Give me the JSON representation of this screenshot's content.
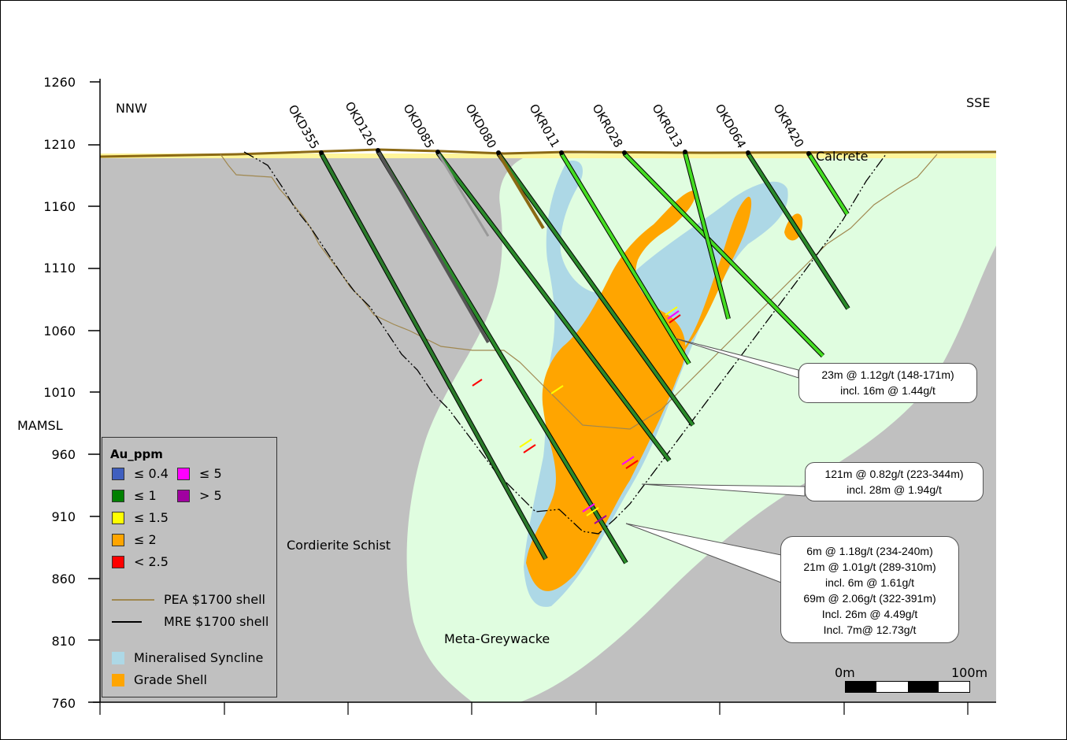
{
  "figure": {
    "y_axis": {
      "unit_label": "MAMSL",
      "ticks": [
        "1260",
        "1210",
        "1160",
        "1110",
        "1060",
        "1010",
        "960",
        "910",
        "860",
        "810",
        "760"
      ]
    },
    "orientation": {
      "left": "NNW",
      "right": "SSE"
    },
    "drillholes": [
      "OKD355",
      "OKD126",
      "OKD085",
      "OKD080",
      "OKR011",
      "OKR028",
      "OKR013",
      "OKD064",
      "OKR420"
    ],
    "lithology_labels": {
      "calcrete": "Calcrete",
      "cordierite_schist": "Cordierite Schist",
      "meta_greywacke": "Meta-Greywacke"
    },
    "callouts": [
      {
        "lines": [
          "23m @ 1.12g/t (148-171m)",
          "incl. 16m @ 1.44g/t"
        ]
      },
      {
        "lines": [
          "121m @ 0.82g/t (223-344m)",
          "incl. 28m @ 1.94g/t"
        ]
      },
      {
        "lines": [
          "6m @ 1.18g/t (234-240m)",
          "21m @ 1.01g/t (289-310m)",
          "incl. 6m @ 1.61g/t",
          "69m @ 2.06g/t (322-391m)",
          "Incl. 26m @ 4.49g/t",
          "Incl. 7m@ 12.73g/t"
        ]
      }
    ],
    "legend": {
      "title": "Au_ppm",
      "grades": [
        {
          "label": "≤ 0.4",
          "color": "#3f5fbf"
        },
        {
          "label": "≤ 1",
          "color": "#008000"
        },
        {
          "label": "≤ 1.5",
          "color": "#ffff00"
        },
        {
          "label": "≤ 2",
          "color": "#ffa500"
        },
        {
          "label": "< 2.5",
          "color": "#ff0000"
        },
        {
          "label": "≤ 5",
          "color": "#ff00ff"
        },
        {
          "label": "> 5",
          "color": "#a000a0"
        }
      ],
      "lines": [
        {
          "label": "PEA $1700 shell",
          "color": "#a08850"
        },
        {
          "label": "MRE $1700 shell",
          "color": "#000000"
        }
      ],
      "fills": [
        {
          "label": "Mineralised Syncline",
          "color": "#add8e6"
        },
        {
          "label": "Grade Shell",
          "color": "#ffa500"
        }
      ]
    },
    "scale_bar": {
      "start": "0m",
      "end": "100m"
    },
    "colors": {
      "schist": "#c0c0c0",
      "greywacke": "#e0fde0",
      "syncline": "#add8e6",
      "grade_shell": "#ffa500",
      "calcrete": "#fff59a",
      "topo": "#8b6914"
    }
  },
  "chart_data": {
    "type": "cross-section",
    "title": "",
    "ylabel": "MAMSL",
    "ylim": [
      760,
      1260
    ],
    "yticks": [
      760,
      810,
      860,
      910,
      960,
      1010,
      1060,
      1110,
      1160,
      1210,
      1260
    ],
    "direction": [
      "NNW",
      "SSE"
    ],
    "drillholes": [
      "OKD355",
      "OKD126",
      "OKD085",
      "OKD080",
      "OKR011",
      "OKR028",
      "OKR013",
      "OKD064",
      "OKR420"
    ],
    "intercepts": [
      "23m @ 1.12g/t (148-171m) incl. 16m @ 1.44g/t",
      "121m @ 0.82g/t (223-344m) incl. 28m @ 1.94g/t",
      "6m @ 1.18g/t (234-240m); 21m @ 1.01g/t (289-310m) incl. 6m @ 1.61g/t; 69m @ 2.06g/t (322-391m) Incl. 26m @ 4.49g/t Incl. 7m@ 12.73g/t"
    ],
    "legend": [
      "≤ 0.4",
      "≤ 1",
      "≤ 1.5",
      "≤ 2",
      "< 2.5",
      "≤ 5",
      "> 5",
      "PEA $1700 shell",
      "MRE $1700 shell",
      "Mineralised Syncline",
      "Grade Shell"
    ],
    "scale": "0m - 100m"
  }
}
